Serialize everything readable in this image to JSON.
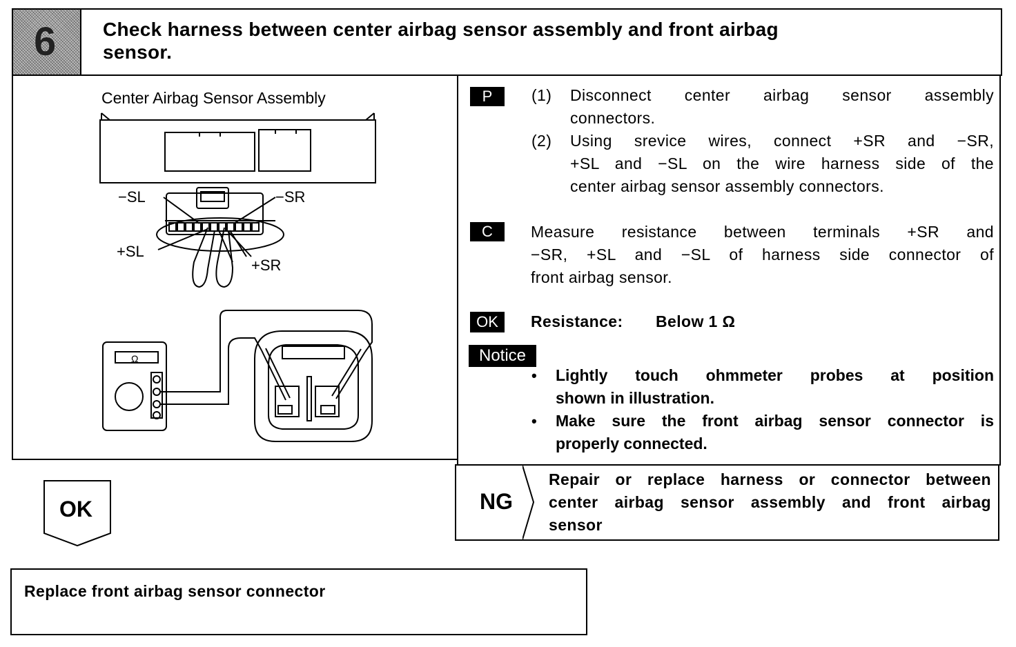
{
  "step": {
    "number": "6",
    "title_line1": "Check harness between center airbag sensor assembly and front airbag",
    "title_line2": "sensor."
  },
  "figure": {
    "caption": "Center Airbag Sensor Assembly",
    "labels": {
      "minus_sl": "−SL",
      "minus_sr": "−SR",
      "plus_sl": "+SL",
      "plus_sr": "+SR",
      "ohm": "Ω"
    }
  },
  "procedure": {
    "p_badge": "P",
    "step1_num": "(1)",
    "step1_line1": "Disconnect center airbag sensor assembly",
    "step1_line2": "connectors.",
    "step2_num": "(2)",
    "step2_line1": "Using srevice wires, connect +SR and −SR,",
    "step2_line2": "+SL and −SL on the wire harness side of the",
    "step2_line3": "center airbag sensor assembly connectors.",
    "c_badge": "C",
    "c_line1": "Measure resistance between terminals +SR and",
    "c_line2": "−SR, +SL and −SL of harness side connector of",
    "c_line3": "front airbag sensor.",
    "ok_badge": "OK",
    "resistance_label": "Resistance:",
    "resistance_value": "Below 1 Ω",
    "notice_badge": "Notice",
    "bullet1_line1": "Lightly touch ohmmeter probes at position",
    "bullet1_line2": "shown in illustration.",
    "bullet2_line1": "Make sure the front airbag sensor connector is",
    "bullet2_line2": "properly connected."
  },
  "ng": {
    "label": "NG",
    "line1": "Repair or replace harness or connector between",
    "line2": "center airbag sensor assembly and front airbag",
    "line3": "sensor"
  },
  "ok_branch": {
    "label": "OK",
    "action": "Replace front airbag sensor connector"
  }
}
